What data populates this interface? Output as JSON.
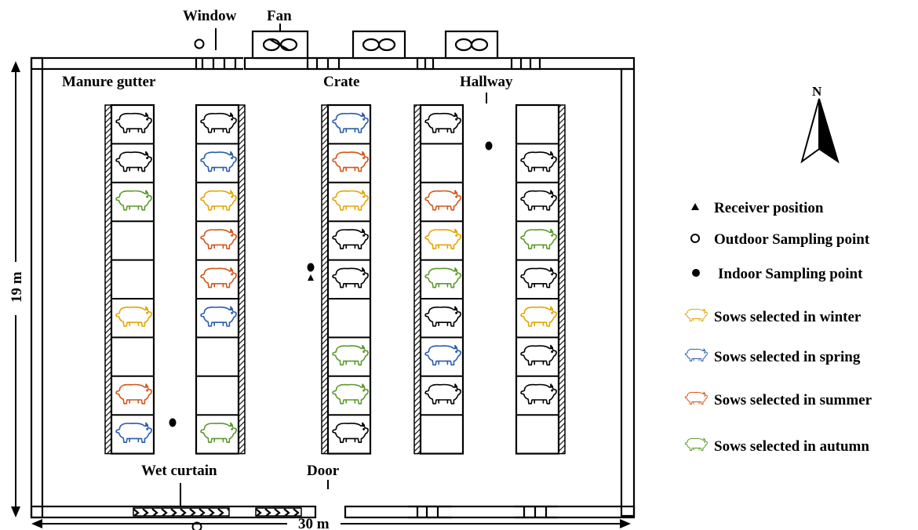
{
  "labels": {
    "window": "Window",
    "fan": "Fan",
    "manure_gutter": "Manure gutter",
    "crate": "Crate",
    "hallway": "Hallway",
    "wet_curtain": "Wet curtain",
    "door": "Door",
    "width": "30 m",
    "height": "19 m",
    "north": "N"
  },
  "legend": [
    {
      "symbol": "triangle",
      "label": "Receiver position"
    },
    {
      "symbol": "open-circle",
      "label": "Outdoor Sampling point"
    },
    {
      "symbol": "filled-circle",
      "label": "Indoor Sampling point"
    },
    {
      "symbol": "sow",
      "color": "#e3a500",
      "label": "Sows selected in winter"
    },
    {
      "symbol": "sow",
      "color": "#2a5cad",
      "label": "Sows selected in spring"
    },
    {
      "symbol": "sow",
      "color": "#d2561a",
      "label": "Sows selected in summer"
    },
    {
      "symbol": "sow",
      "color": "#5a9a2a",
      "label": "Sows selected in autumn"
    }
  ],
  "colors": {
    "black": "#000000",
    "winter": "#e3a500",
    "spring": "#2a5cad",
    "summer": "#d2561a",
    "autumn": "#5a9a2a"
  },
  "crate_rows": [
    {
      "sows": [
        "black",
        "black",
        "autumn",
        "",
        "",
        "winter",
        "",
        "summer",
        "spring"
      ]
    },
    {
      "sows": [
        "black",
        "spring",
        "winter",
        "summer",
        "summer",
        "spring",
        "",
        "",
        "autumn"
      ]
    },
    {
      "sows": [
        "spring",
        "summer",
        "winter",
        "black",
        "black",
        "",
        "autumn",
        "autumn",
        "black"
      ]
    },
    {
      "sows": [
        "black",
        "",
        "summer",
        "winter",
        "autumn",
        "black",
        "spring",
        "black",
        ""
      ]
    },
    {
      "sows": [
        "",
        "black",
        "black",
        "autumn",
        "black",
        "winter",
        "black",
        "black",
        ""
      ]
    }
  ]
}
